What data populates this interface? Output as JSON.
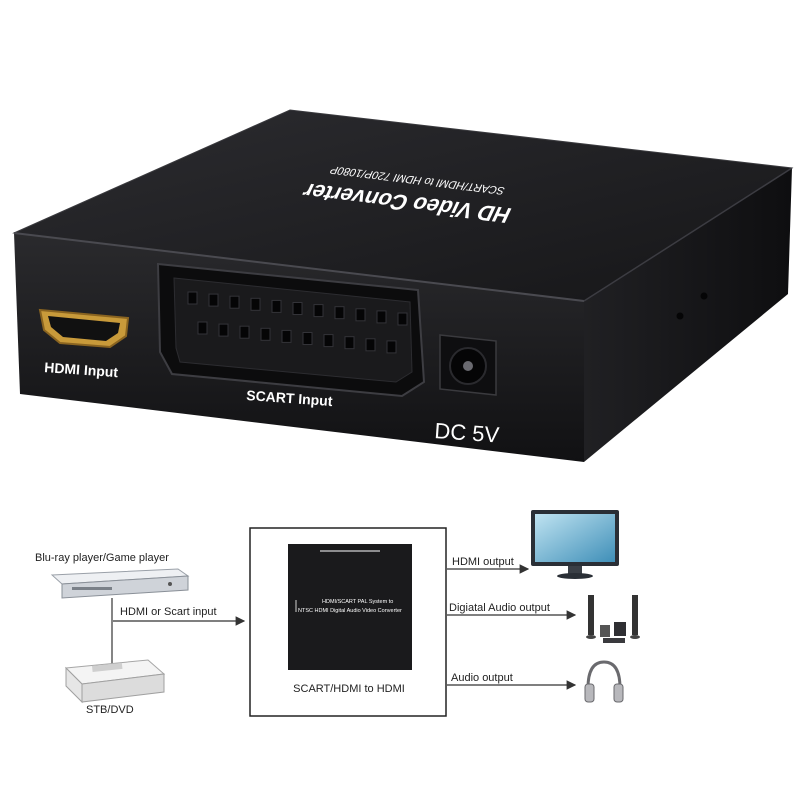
{
  "product": {
    "top_label_main": "HD Video Converter",
    "top_label_sub": "SCART/HDMI to HDMI 720P/1080P",
    "port_hdmi_label": "HDMI Input",
    "port_scart_label": "SCART Input",
    "port_dc_label": "DC 5V"
  },
  "diagram": {
    "source_top_label": "Blu-ray player/Game player",
    "source_bottom_label": "STB/DVD",
    "input_arrow_label": "HDMI or Scart input",
    "device_text_line1": "HDMI/SCART PAL System to",
    "device_text_line2": "NTSC HDMI Digital Audio Video Converter",
    "device_caption": "SCART/HDMI to HDMI",
    "outputs": [
      {
        "label": "HDMI output"
      },
      {
        "label": "Digiatal Audio  output"
      },
      {
        "label": "Audio  output"
      }
    ]
  },
  "icons": [
    "hdmi-port-icon",
    "scart-port-icon",
    "dc-jack-icon",
    "bluray-player-icon",
    "stb-box-icon",
    "monitor-icon",
    "speaker-system-icon",
    "headphones-icon"
  ],
  "colors": {
    "device_body": "#1b1b1d",
    "accent_white": "#ffffff",
    "screen_blue": "#6fb6d6"
  }
}
